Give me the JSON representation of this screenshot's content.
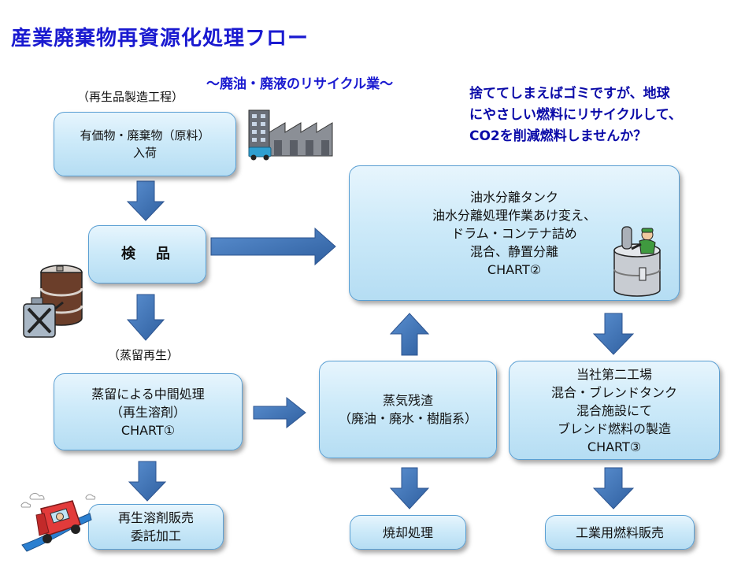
{
  "header": {
    "title": "産業廃棄物再資源化処理フロー",
    "subtitle": "～廃油・廃液のリサイクル業～",
    "slogan": [
      "捨ててしまえばゴミですが、地球",
      "にやさしい燃料にリサイクルして、",
      "CO2を削減燃料しませんか？"
    ]
  },
  "labels": {
    "recycled_process": "（再生品製造工程）",
    "distillation_regen": "（蒸留再生）"
  },
  "nodes": {
    "intake": [
      "有価物・廃棄物（原料）",
      "入荷"
    ],
    "inspection": [
      "検　品"
    ],
    "separation": [
      "油水分離タンク",
      "油水分離処理作業あけ変え、",
      "ドラム・コンテナ詰め",
      "混合、静置分離",
      "CHART②"
    ],
    "distillation": [
      "蒸留による中間処理",
      "（再生溶剤）",
      "CHART①"
    ],
    "residue": [
      "蒸気残渣",
      "（廃油・廃水・樹脂系）"
    ],
    "second_factory": [
      "当社第二工場",
      "混合・ブレンドタンク",
      "混合施設にて",
      "ブレンド燃料の製造",
      "CHART③"
    ],
    "solvent_sales": [
      "再生溶剤販売",
      "委託加工"
    ],
    "incineration": [
      "焼却処理"
    ],
    "fuel_sales": [
      "工業用燃料販売"
    ]
  },
  "colors": {
    "title": "#1a1ad0",
    "box_border": "#5a9fd3",
    "box_fill": "#cdeaf9",
    "arrow": "#3f72b4"
  },
  "icons": [
    "factory-icon",
    "drum-canister-icon",
    "worker-tank-icon",
    "delivery-truck-icon"
  ]
}
